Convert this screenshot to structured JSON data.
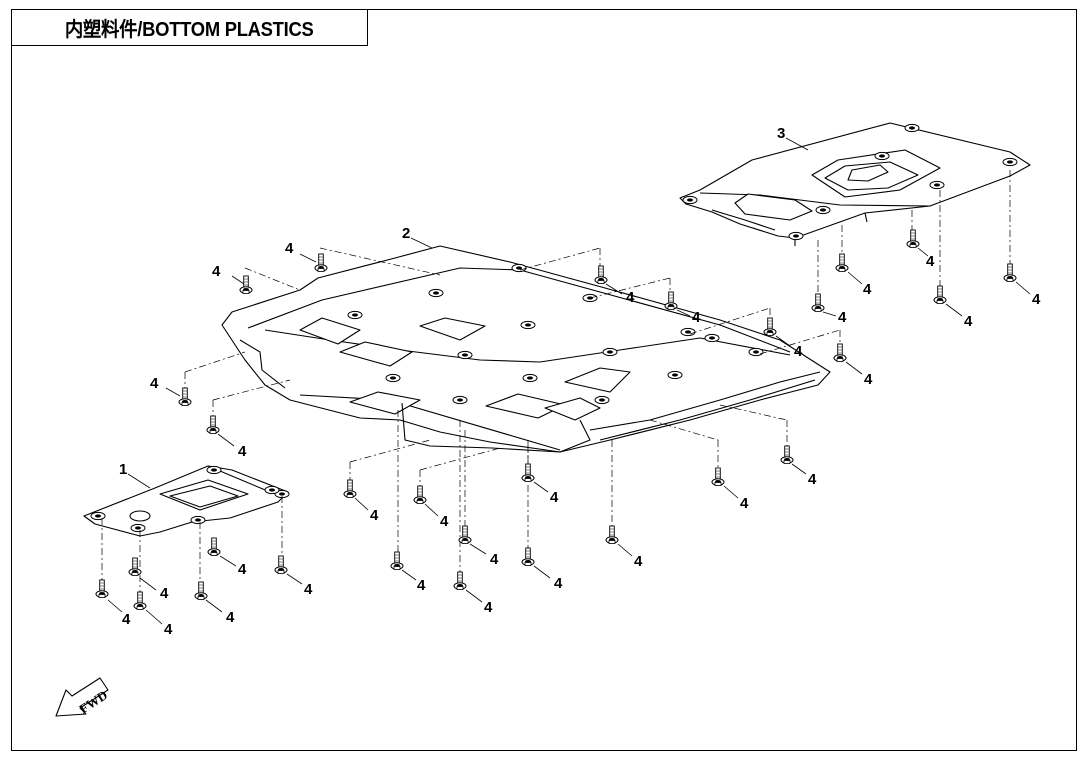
{
  "title": "内塑料件/BOTTOM PLASTICS",
  "fwd_label": "FWD",
  "parts": [
    {
      "id": "1"
    },
    {
      "id": "2"
    },
    {
      "id": "3"
    },
    {
      "id": "4"
    }
  ]
}
